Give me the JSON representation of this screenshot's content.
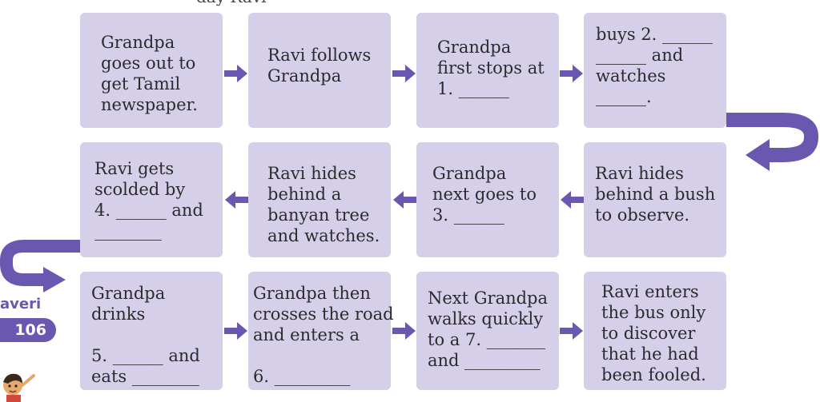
{
  "colors": {
    "box": "#d6cfe9",
    "accent": "#6a58b0",
    "text": "#2b2b2b"
  },
  "top_fragment": "day Ravi",
  "side": {
    "name": "averi",
    "page_number": "106"
  },
  "boxes": [
    "Grandpa\ngoes out to\nget Tamil\nnewspaper.",
    "Ravi follows\nGrandpa",
    "Grandpa\nfirst stops at\n1. ______",
    "buys 2. ______\n______ and\nwatches\n______.",
    "Ravi gets\nscolded by\n4. ______ and\n________",
    "Ravi hides\nbehind a\nbanyan tree\nand watches.",
    "Grandpa\nnext goes to\n3. ______",
    "Ravi hides\nbehind a bush\nto observe.",
    "Grandpa\ndrinks\n\n5. ______ and\neats ________",
    "Grandpa then\ncrosses the road\nand enters a\n\n6. _________",
    "Next Grandpa\nwalks quickly\nto a 7. _______\nand _________",
    "Ravi enters\nthe bus only\nto discover\nthat he had\nbeen fooled."
  ]
}
